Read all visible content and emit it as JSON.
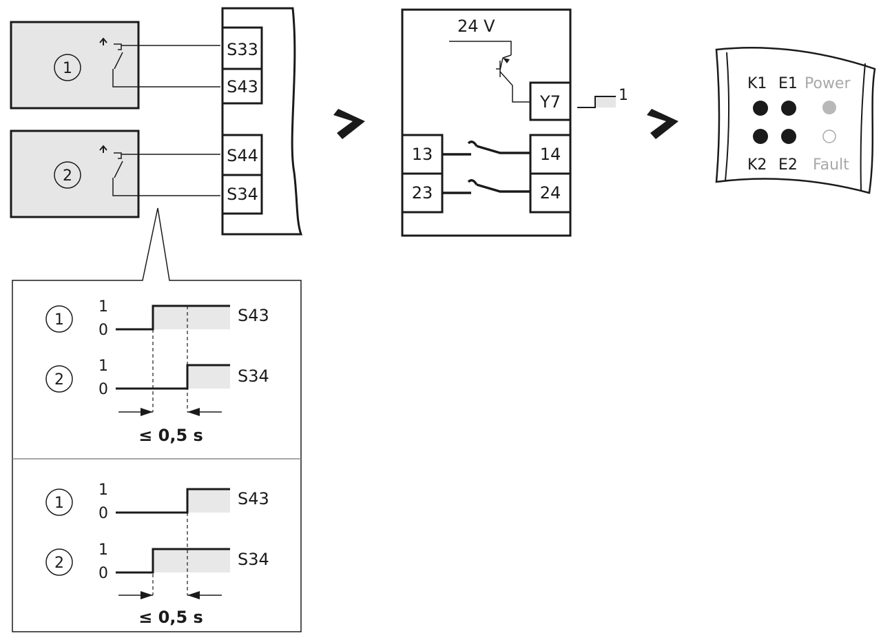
{
  "sensors": [
    {
      "number": "1"
    },
    {
      "number": "2"
    }
  ],
  "terminals_in": [
    "S33",
    "S43",
    "S44",
    "S34"
  ],
  "relay": {
    "supply": "24 V",
    "output_terminal": "Y7",
    "output_level": "1",
    "contacts": [
      {
        "left": "13",
        "right": "14"
      },
      {
        "left": "23",
        "right": "24"
      }
    ]
  },
  "leds": {
    "top_labels": [
      "K1",
      "E1",
      "Power"
    ],
    "bottom_labels": [
      "K2",
      "E2",
      "Fault"
    ],
    "states": [
      "K1 on",
      "E1 on",
      "Power on (grey)",
      "K2 on",
      "E2 on",
      "Fault off"
    ]
  },
  "timing": [
    {
      "rows": [
        {
          "sensor": "1",
          "high": "1",
          "low": "0",
          "signal": "S43"
        },
        {
          "sensor": "2",
          "high": "1",
          "low": "0",
          "signal": "S34"
        }
      ],
      "delay": "≤ 0,5 s"
    },
    {
      "rows": [
        {
          "sensor": "1",
          "high": "1",
          "low": "0",
          "signal": "S43"
        },
        {
          "sensor": "2",
          "high": "1",
          "low": "0",
          "signal": "S34"
        }
      ],
      "delay": "≤ 0,5 s"
    }
  ],
  "colors": {
    "stroke": "#1a1a1a",
    "box_fill": "#e6e6e6",
    "signal_fill": "#e8e8e8",
    "power_led": "#b8b8b8",
    "muted_text": "#a8a8a8"
  }
}
